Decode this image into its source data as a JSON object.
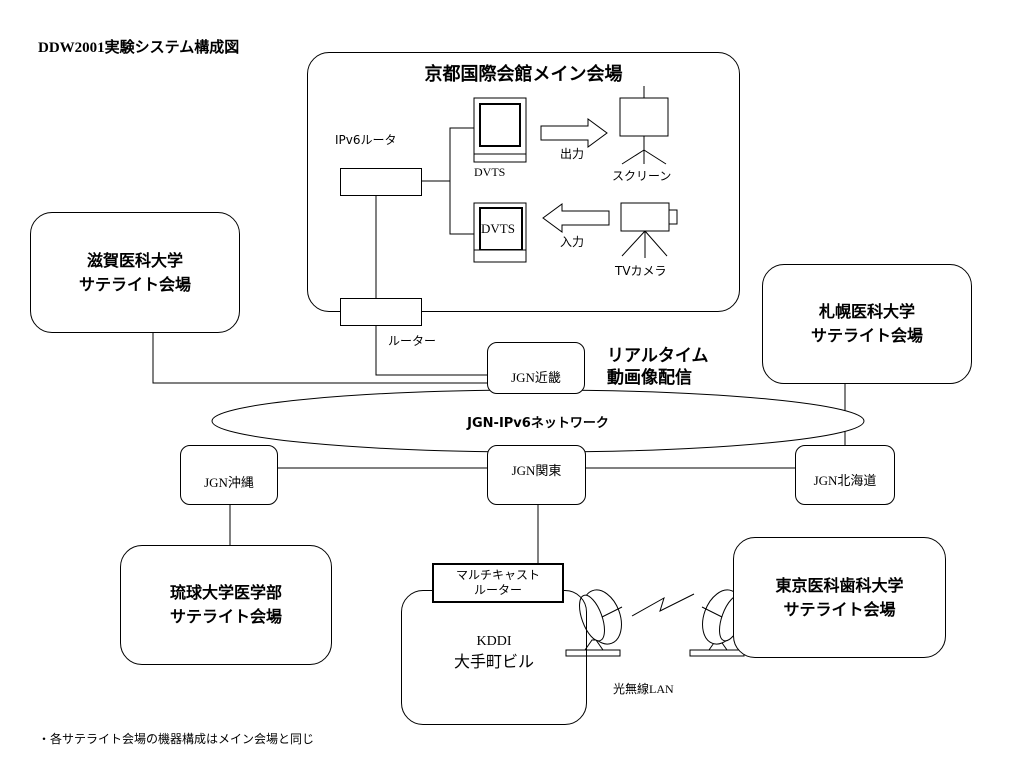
{
  "title": "DDW2001実験システム構成図",
  "main_venue": {
    "title": "京都国際会館メイン会場",
    "ipv6_router_label": "IPv6ルータ",
    "dvts_top_label": "DVTS",
    "dvts_bottom_screen": "DVTS",
    "output_label": "出力",
    "input_label": "入力",
    "screen_label": "スクリーン",
    "camera_label": "TVカメラ"
  },
  "router_label": "ルーター",
  "realtime_label_line1": "リアルタイム",
  "realtime_label_line2": "動画像配信",
  "network_label": "JGN-IPv6ネットワーク",
  "jgn_nodes": {
    "kinki": "JGN近畿",
    "okinawa": "JGN沖縄",
    "kanto": "JGN関東",
    "hokkaido": "JGN北海道"
  },
  "satellites": {
    "shiga_line1": "滋賀医科大学",
    "shiga_line2": "サテライト会場",
    "sapporo_line1": "札幌医科大学",
    "sapporo_line2": "サテライト会場",
    "ryukyu_line1": "琉球大学医学部",
    "ryukyu_line2": "サテライト会場",
    "tokyo_line1": "東京医科歯科大学",
    "tokyo_line2": "サテライト会場"
  },
  "kddi": {
    "multicast_line1": "マルチキャスト",
    "multicast_line2": "ルーター",
    "line1": "KDDI",
    "line2": "大手町ビル"
  },
  "wireless_label": "光無線LAN",
  "footnote": "・各サテライト会場の機器構成はメイン会場と同じ"
}
